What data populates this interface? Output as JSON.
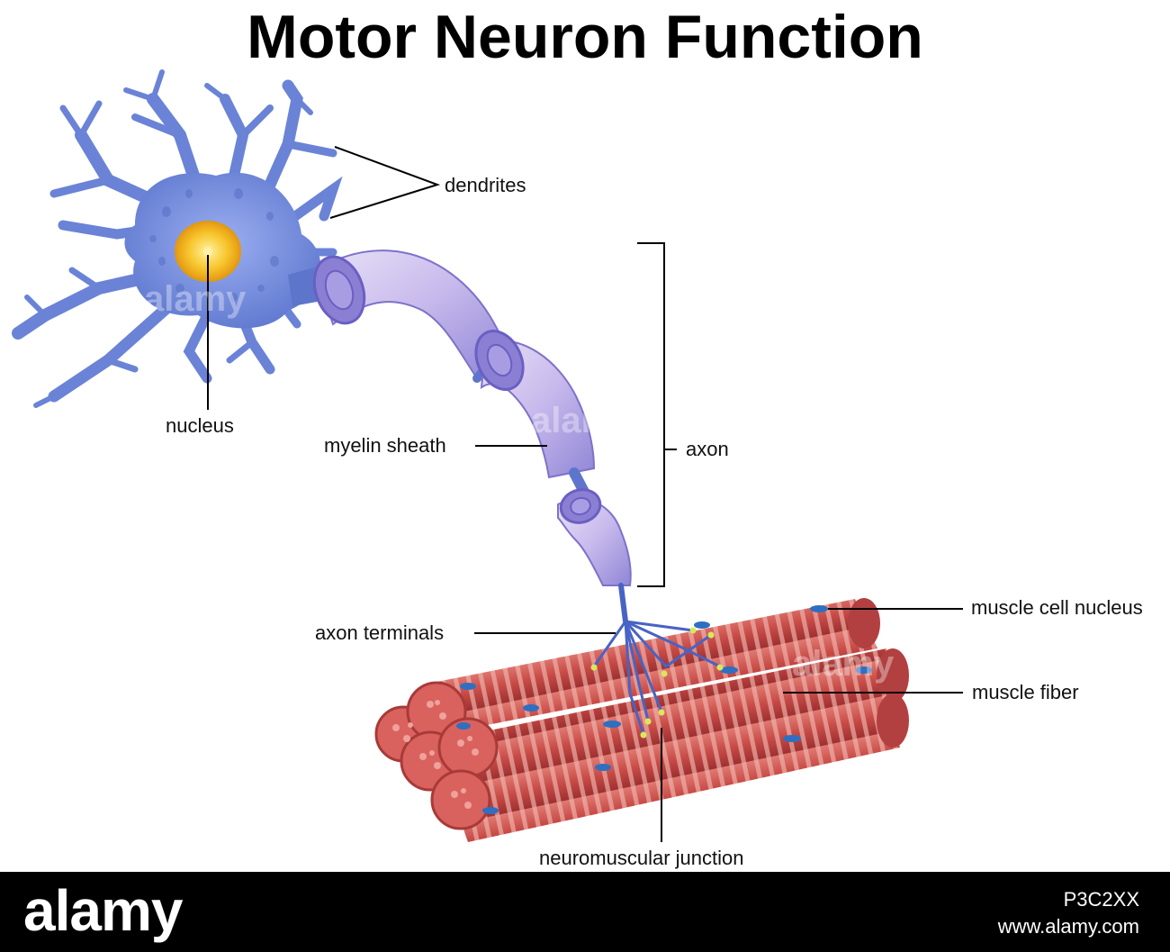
{
  "title": "Motor Neuron Function",
  "labels": {
    "dendrites": "dendrites",
    "nucleus": "nucleus",
    "myelin_sheath": "myelin sheath",
    "axon": "axon",
    "axon_terminals": "axon terminals",
    "muscle_cell_nucleus": "muscle cell nucleus",
    "muscle_fiber": "muscle fiber",
    "neuromuscular_junction": "neuromuscular junction"
  },
  "footer": {
    "brand": "alamy",
    "image_id": "P3C2XX",
    "site": "www.alamy.com"
  },
  "watermark": "alamy",
  "colors": {
    "neuron": "#6d86d8",
    "nucleus": "#f5b21e",
    "myelin": "#c9b8e6",
    "muscle": "#c94a4a",
    "muscle_stripe": "#e8a39c"
  }
}
